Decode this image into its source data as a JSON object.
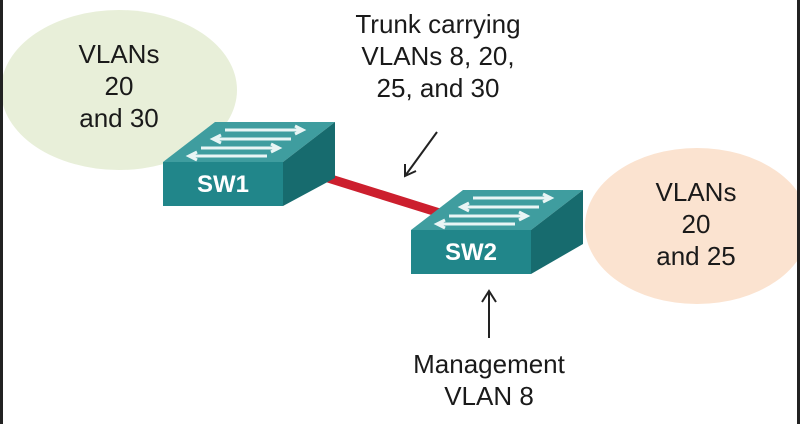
{
  "colors": {
    "vlan_group_left": "#e8efd9",
    "vlan_group_right": "#fbe3d0",
    "switch_top": "#3f9d9f",
    "switch_front": "#21868a",
    "switch_side": "#176b6e",
    "trunk_link": "#cc1f2e"
  },
  "switches": {
    "sw1": {
      "label": "SW1",
      "icon": "switch-icon"
    },
    "sw2": {
      "label": "SW2",
      "icon": "switch-icon"
    }
  },
  "vlan_groups": {
    "left": {
      "line1": "VLANs",
      "line2": "20",
      "line3": "and 30"
    },
    "right": {
      "line1": "VLANs",
      "line2": "20",
      "line3": "and 25"
    }
  },
  "trunk_annotation": {
    "line1": "Trunk carrying",
    "line2": "VLANs 8, 20,",
    "line3": "25, and 30"
  },
  "management_annotation": {
    "line1": "Management",
    "line2": "VLAN 8"
  }
}
